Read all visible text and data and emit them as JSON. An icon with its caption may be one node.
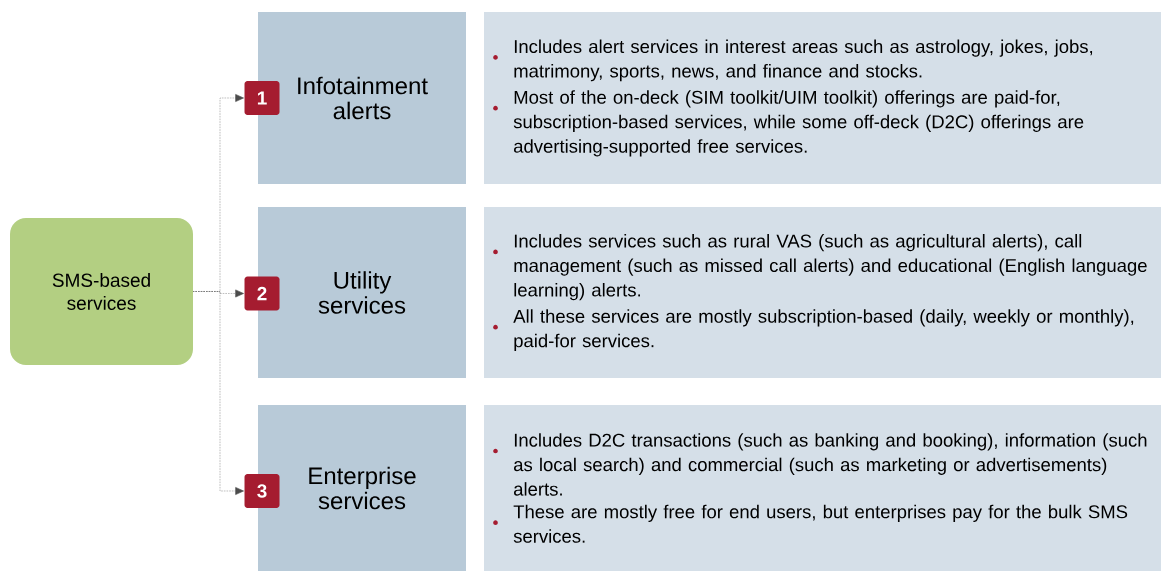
{
  "diagram": {
    "nodes": [
      {
        "text": [
          "SMS-based services"
        ]
      },
      {
        "text": [
          "1"
        ]
      },
      {
        "text": [
          "Infotainment alerts"
        ]
      },
      {
        "text": [
          "Includes alert services in interest areas such as astrology, jokes, jobs, matrimony, sports, news, and finance and stocks.",
          "Most of the on-deck (SIM toolkit/UIM toolkit) offerings are paid-for, subscription-based services, while some off-deck (D2C) offerings are advertising-supported free services."
        ]
      },
      {
        "text": [
          "2"
        ]
      },
      {
        "text": [
          "Utility services"
        ]
      },
      {
        "text": [
          "Includes services such as rural VAS (such as agricultural alerts), call management (such as missed call alerts) and educational (English language learning) alerts.",
          "All these services are mostly subscription-based (daily, weekly or monthly), paid-for services."
        ]
      },
      {
        "text": [
          "3"
        ]
      },
      {
        "text": [
          "Enterprise services"
        ]
      },
      {
        "text": [
          "Includes D2C transactions (such as banking and booking), information (such as local search) and commercial (such as marketing or advertisements) alerts.",
          "These are mostly free for end users, but enterprises pay for the bulk SMS services."
        ]
      }
    ],
    "edges": [
      {
        "from": 0,
        "to": 1,
        "arrow": "to",
        "style": "dashed"
      },
      {
        "from": 0,
        "to": 4,
        "arrow": "to",
        "style": "dashed"
      },
      {
        "from": 0,
        "to": 7,
        "arrow": "to",
        "style": "dashed"
      }
    ]
  }
}
